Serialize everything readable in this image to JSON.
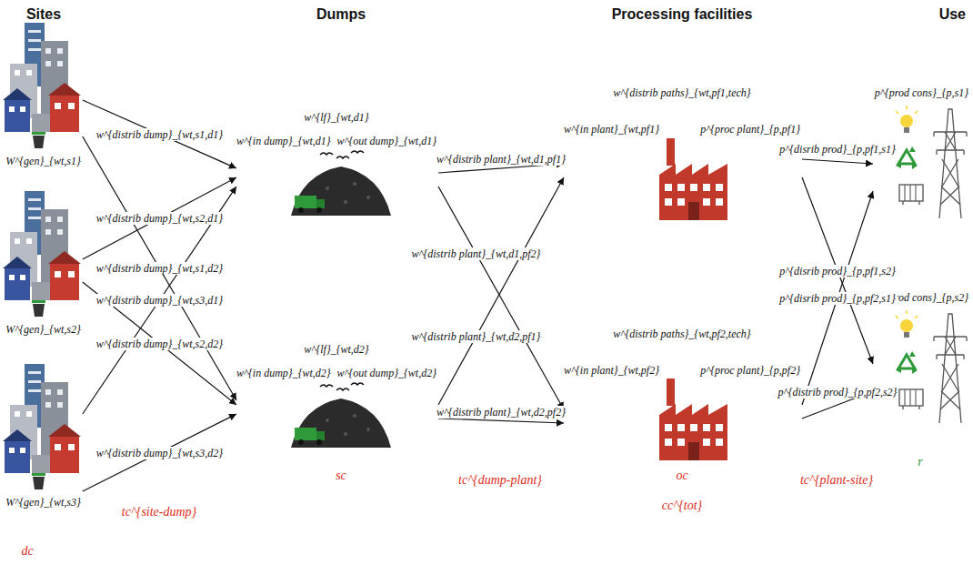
{
  "diagram": {
    "nodes": [
      {
        "text": [
          "W^{gen}_{wt,s1}"
        ]
      },
      {
        "text": [
          "W^{gen}_{wt,s2}"
        ]
      },
      {
        "text": [
          "W^{gen}_{wt,s3}"
        ]
      },
      {
        "text": [
          "w^{lf}_{wt,d1}",
          "w^{in dump}_{wt,d1}",
          "w^{out dump}_{wt,d1}"
        ]
      },
      {
        "text": [
          "w^{lf}_{wt,d2}",
          "w^{in dump}_{wt,d2}",
          "w^{out dump}_{wt,d2}"
        ]
      },
      {
        "text": [
          "w^{distrib paths}_{wt,pf1,tech}",
          "w^{in plant}_{wt,pf1}",
          "p^{proc plant}_{p,pf1}"
        ]
      },
      {
        "text": [
          "w^{distrib paths}_{wt,pf2,tech}",
          "w^{in plant}_{wt,pf2}",
          "p^{proc plant}_{p,pf2}"
        ]
      },
      {
        "text": [
          "p^{prod cons}_{p,s1}"
        ]
      },
      {
        "text": [
          "p^{prod cons}_{p,s2}"
        ]
      }
    ],
    "edges": [
      {
        "from": 0,
        "to": 3,
        "arrow": "to",
        "label": "w^{distrib dump}_{wt,s1,d1}"
      },
      {
        "from": 0,
        "to": 4,
        "arrow": "to",
        "label": "w^{distrib dump}_{wt,s1,d2}"
      },
      {
        "from": 1,
        "to": 3,
        "arrow": "to",
        "label": "w^{distrib dump}_{wt,s2,d1}"
      },
      {
        "from": 1,
        "to": 4,
        "arrow": "to",
        "label": "w^{distrib dump}_{wt,s2,d2}"
      },
      {
        "from": 2,
        "to": 3,
        "arrow": "to",
        "label": "w^{distrib dump}_{wt,s3,d1}"
      },
      {
        "from": 2,
        "to": 4,
        "arrow": "to",
        "label": "w^{distrib dump}_{wt,s3,d2}"
      },
      {
        "from": 3,
        "to": 5,
        "arrow": "to",
        "label": "w^{distrib plant}_{wt,d1,pf1}"
      },
      {
        "from": 3,
        "to": 6,
        "arrow": "to",
        "label": "w^{distrib plant}_{wt,d1,pf2}"
      },
      {
        "from": 4,
        "to": 5,
        "arrow": "to",
        "label": "w^{distrib plant}_{wt,d2,pf1}"
      },
      {
        "from": 4,
        "to": 6,
        "arrow": "to",
        "label": "w^{distrib plant}_{wt,d2,pf2}"
      },
      {
        "from": 5,
        "to": 7,
        "arrow": "to",
        "label": "p^{disrib prod}_{p,pf1,s1}"
      },
      {
        "from": 5,
        "to": 8,
        "arrow": "to",
        "label": "p^{disrib prod}_{p,pf1,s2}"
      },
      {
        "from": 6,
        "to": 7,
        "arrow": "to",
        "label": "p^{disrib prod}_{p,pf2,s1}"
      },
      {
        "from": 6,
        "to": 8,
        "arrow": "to",
        "label": "p^{distrib prod}_{p,pf2,s2}"
      }
    ],
    "labels": [
      "Sites",
      "Dumps",
      "Processing facilities",
      "Use",
      "tc^{site-dump}",
      "sc",
      "tc^{dump-plant}",
      "oc",
      "cc^{tot}",
      "tc^{plant-site}",
      "r",
      "dc"
    ]
  }
}
